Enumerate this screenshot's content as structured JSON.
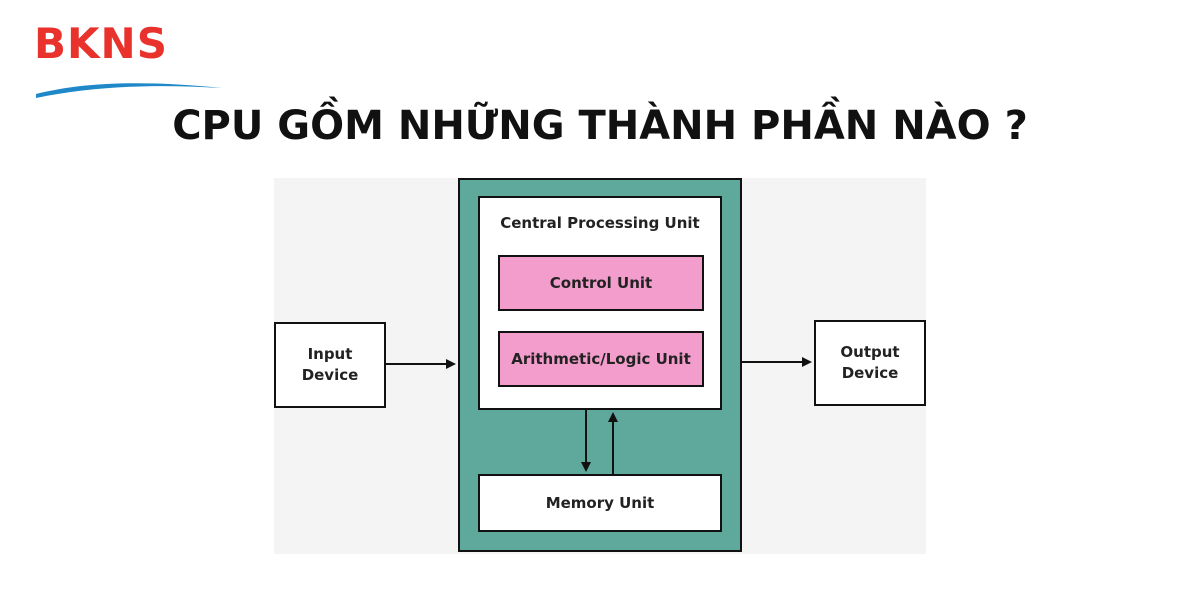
{
  "logo": {
    "text": "BKNS",
    "colors": {
      "text": "#e8322b",
      "wave": "#1e88c8"
    }
  },
  "headline": "CPU GỒM NHỮNG THÀNH PHẦN NÀO ?",
  "diagram": {
    "input_device": "Input\nDevice",
    "output_device": "Output\nDevice",
    "cpu_label": "Central Processing Unit",
    "control_unit": "Control Unit",
    "alu": "Arithmetic/Logic Unit",
    "memory_unit": "Memory Unit",
    "colors": {
      "cpu_fill": "#5ea99c",
      "unit_fill": "#f29dcb",
      "line": "#111111"
    }
  }
}
